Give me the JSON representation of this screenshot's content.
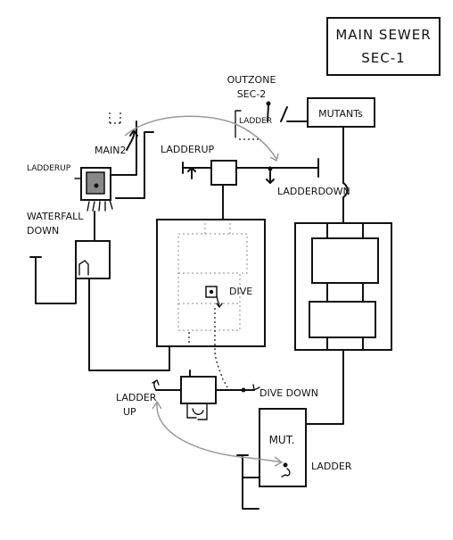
{
  "title": {
    "line1": "MAIN SEWER",
    "line2": "SEC-1"
  },
  "labels": {
    "outzone_line1": "OUTZONE",
    "outzone_line2": "SEC-2",
    "ladder_outzone": "LADDER",
    "mutants_top": "MUTANTs",
    "main2": "MAIN2",
    "ladderup_left": "LADDERUP",
    "ladderup_mid": "LADDERUP",
    "ladderdown": "LADDERDOWN",
    "waterfall_line1": "WATERFALL",
    "waterfall_line2": "DOWN",
    "dive": "DIVE",
    "divedown": "DIVE DOWN",
    "ladder_up_line1": "LADDER",
    "ladder_up_line2": "UP",
    "mut": "MUT.",
    "ladder_bottom": "LADDER"
  },
  "colors": {
    "ink": "#111111",
    "warp": "#999999",
    "shade": "#777777"
  }
}
